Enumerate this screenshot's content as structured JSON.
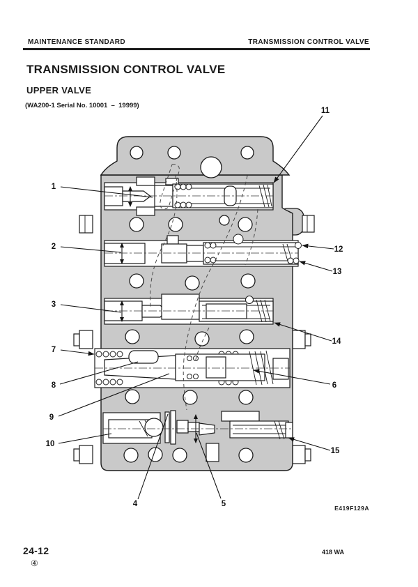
{
  "page": {
    "header_left": "MAINTENANCE STANDARD",
    "header_right": "TRANSMISSION CONTROL VALVE",
    "title": "TRANSMISSION CONTROL VALVE",
    "subtitle": "UPPER VALVE",
    "serial_note": "(WA200-1 Serial No. 10001  –  19999)",
    "figure_code": "E419F129A",
    "page_number": "24-12",
    "page_marker": "④",
    "model_code": "418 WA"
  },
  "diagram": {
    "type": "cross-section technical drawing of transmission control valve (upper valve)",
    "callouts": [
      "1",
      "2",
      "3",
      "4",
      "5",
      "6",
      "7",
      "8",
      "9",
      "10",
      "11",
      "12",
      "13",
      "14",
      "15"
    ]
  },
  "colors": {
    "paper": "#ffffff",
    "body_fill": "#c9c9c9",
    "line": "#1c1c1c",
    "text": "#1b1b1b"
  }
}
